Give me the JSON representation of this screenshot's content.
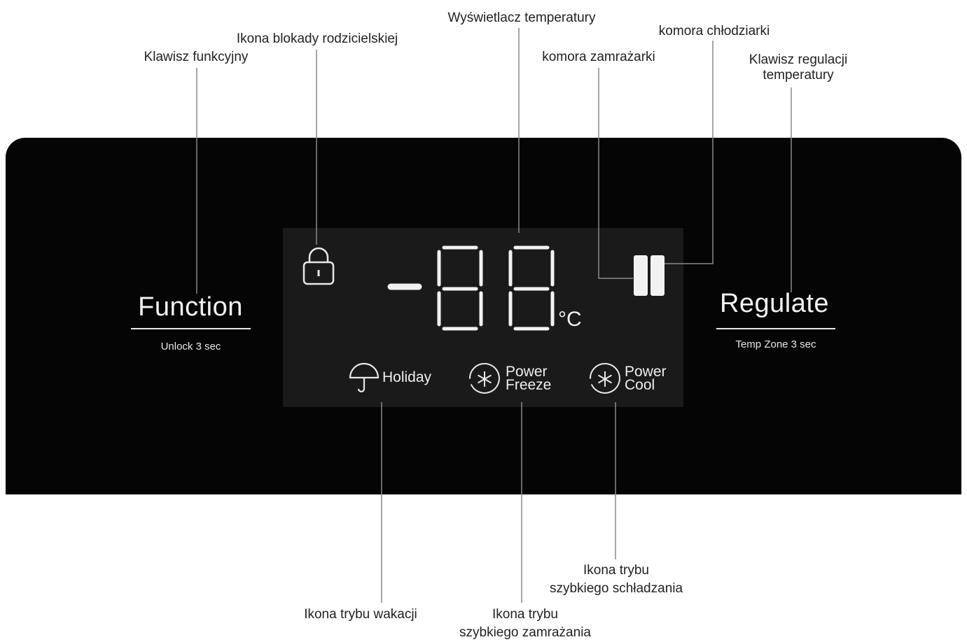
{
  "callouts": {
    "display": "Wyświetlacz temperatury",
    "parental_lock": "Ikona blokady rodzicielskiej",
    "fridge_zone": "komora chłodziarki",
    "function_key": "Klawisz funkcyjny",
    "freezer_zone": "komora zamrażarki",
    "regulate_key": [
      "Klawisz regulacji",
      "temperatury"
    ],
    "holiday_icon": "Ikona trybu wakacji",
    "power_freeze_icon": [
      "Ikona trybu",
      "szybkiego zamrażania"
    ],
    "power_cool_icon": [
      "Ikona trybu",
      "szybkiego schładzania"
    ]
  },
  "panel": {
    "function": {
      "title": "Function",
      "hint": "Unlock 3 sec"
    },
    "regulate": {
      "title": "Regulate",
      "hint": "Temp Zone 3 sec"
    },
    "temperature": {
      "value": "-88",
      "unit": "°C"
    },
    "modes": {
      "holiday": "Holiday",
      "power_freeze": [
        "Power",
        "Freeze"
      ],
      "power_cool": [
        "Power",
        "Cool"
      ]
    }
  },
  "icons": {
    "lock": "padlock-icon",
    "umbrella": "umbrella-icon",
    "snowflake_freeze": "snowflake-icon",
    "snowflake_cool": "asterisk-icon",
    "zone": "fridge-zone-icon"
  },
  "colors": {
    "panel": "#050505",
    "display": "#1a1a1a",
    "segment": "#f2f2f2",
    "text": "#222222"
  }
}
